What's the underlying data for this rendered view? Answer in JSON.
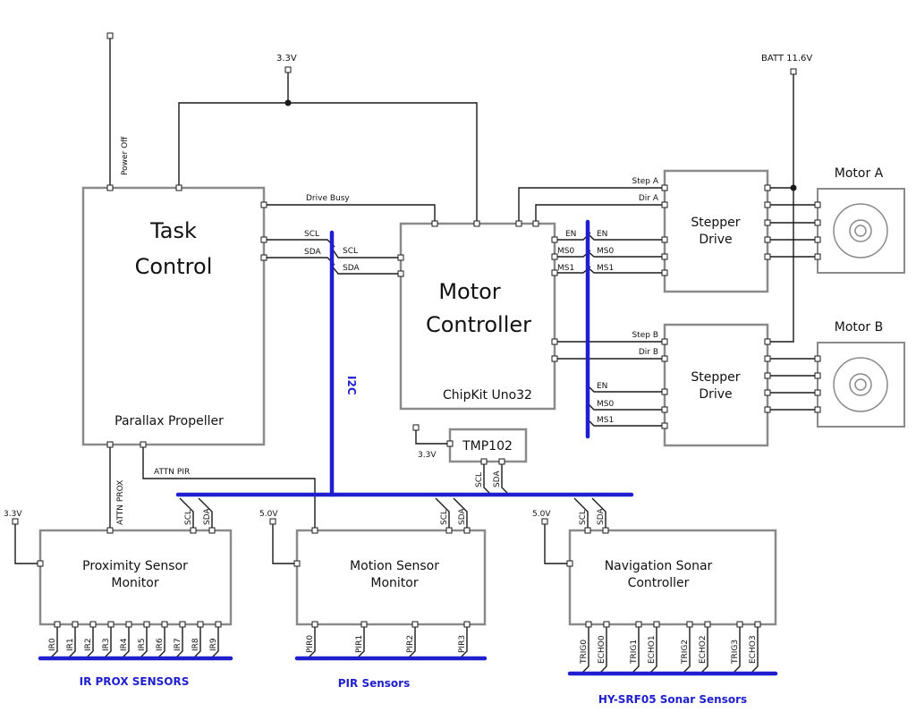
{
  "rails": {
    "v33": "3.3V",
    "v50": "5.0V",
    "batt": "BATT 11.6V"
  },
  "task_control": {
    "title1": "Task",
    "title2": "Control",
    "subtitle": "Parallax Propeller",
    "power_off": "Power Off",
    "drive_busy": "Drive Busy",
    "scl": "SCL",
    "sda": "SDA",
    "attn_prox": "ATTN PROX",
    "attn_pir": "ATTN PIR"
  },
  "motor_controller": {
    "title1": "Motor",
    "title2": "Controller",
    "subtitle": "ChipKit Uno32",
    "scl": "SCL",
    "sda": "SDA",
    "en": "EN",
    "ms0": "MS0",
    "ms1": "MS1"
  },
  "stepper_a": {
    "title1": "Stepper",
    "title2": "Drive",
    "step": "Step A",
    "dir": "Dir A",
    "en": "EN",
    "ms0": "MS0",
    "ms1": "MS1"
  },
  "stepper_b": {
    "title1": "Stepper",
    "title2": "Drive",
    "step": "Step B",
    "dir": "Dir B",
    "en": "EN",
    "ms0": "MS0",
    "ms1": "MS1"
  },
  "motors": {
    "a": "Motor A",
    "b": "Motor B"
  },
  "i2c_label": "I2C",
  "tmp102": {
    "name": "TMP102",
    "v": "3.3V",
    "scl": "SCL",
    "sda": "SDA"
  },
  "proximity": {
    "title1": "Proximity Sensor",
    "title2": "Monitor",
    "v": "3.3V",
    "scl": "SCL",
    "sda": "SDA",
    "pins": [
      "IR0",
      "IR1",
      "IR2",
      "IR3",
      "IR4",
      "IR5",
      "IR6",
      "IR7",
      "IR8",
      "IR9"
    ],
    "bus_label": "IR PROX SENSORS"
  },
  "motion": {
    "title1": "Motion Sensor",
    "title2": "Monitor",
    "v": "5.0V",
    "scl": "SCL",
    "sda": "SDA",
    "pins": [
      "PIR0",
      "PIR1",
      "PIR2",
      "PIR3"
    ],
    "bus_label": "PIR Sensors"
  },
  "sonar": {
    "title1": "Navigation Sonar",
    "title2": "Controller",
    "v": "5.0V",
    "scl": "SCL",
    "sda": "SDA",
    "pins": [
      "TRIG0",
      "ECHO0",
      "TRIG1",
      "ECHO1",
      "TRIG2",
      "ECHO2",
      "TRIG3",
      "ECHO3"
    ],
    "bus_label": "HY-SRF05 Sonar Sensors"
  }
}
